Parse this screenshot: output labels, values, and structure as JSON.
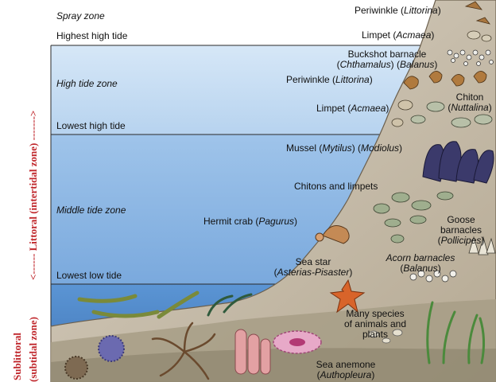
{
  "zones": {
    "spray": "Spray zone",
    "highest_high_tide": "Highest high tide",
    "high_tide_zone": "High tide zone",
    "lowest_high_tide": "Lowest high tide",
    "middle_tide_zone": "Middle tide zone",
    "lowest_low_tide": "Lowest low tide"
  },
  "side_labels": {
    "littoral": "<------ Littoral (intertidal zone) ------->",
    "sublittoral_1": "Sublittoral",
    "sublittoral_2": "(subtidal zone)"
  },
  "organisms": {
    "periwinkle_top": {
      "name": "Periwinkle (",
      "latin": "Littorina",
      "close": ")"
    },
    "limpet_top": {
      "name": "Limpet (",
      "latin": "Acmaea",
      "close": ")"
    },
    "buckshot": {
      "line1": "Buckshot barnacle",
      "open": "(",
      "latin1": "Chthamalus",
      "mid": ") (",
      "latin2": "Balanus",
      "close": ")"
    },
    "periwinkle_mid": {
      "name": "Periwinkle (",
      "latin": "Littorina",
      "close": ")"
    },
    "chiton": {
      "line1": "Chiton",
      "open": "(",
      "latin": "Nuttalina",
      "close": ")"
    },
    "limpet_mid": {
      "name": "Limpet (",
      "latin": "Acmaea",
      "close": ")"
    },
    "mussel": {
      "name": "Mussel (",
      "latin1": "Mytilus",
      "mid": ") (",
      "latin2": "Modiolus",
      "close": ")"
    },
    "chitons_limpets": "Chitons and limpets",
    "hermit_crab": {
      "name": "Hermit crab (",
      "latin": "Pagurus",
      "close": ")"
    },
    "goose": {
      "line1": "Goose",
      "line2": "barnacles",
      "open": "(",
      "latin": "Pollicipes",
      "close": ")"
    },
    "sea_star": {
      "line1": "Sea star",
      "open": "(",
      "latin": "Asterias-Pisaster",
      "close": ")"
    },
    "acorn": {
      "line1": "Acorn barnacles",
      "open": "(",
      "latin": "Balanus",
      "close": ")"
    },
    "many_species": {
      "line1": "Many species",
      "line2": "of animals and",
      "line3": "plants"
    },
    "sea_anemone": {
      "line1": "Sea anemone",
      "open": "(",
      "latin": "Authopleura",
      "close": ")"
    }
  },
  "colors": {
    "high_zone": "#bcd7f0",
    "middle_zone": "#8fb9e6",
    "subtidal": "#4a86cc",
    "rock": "#c9bfae",
    "accent_red": "#c0282d"
  }
}
